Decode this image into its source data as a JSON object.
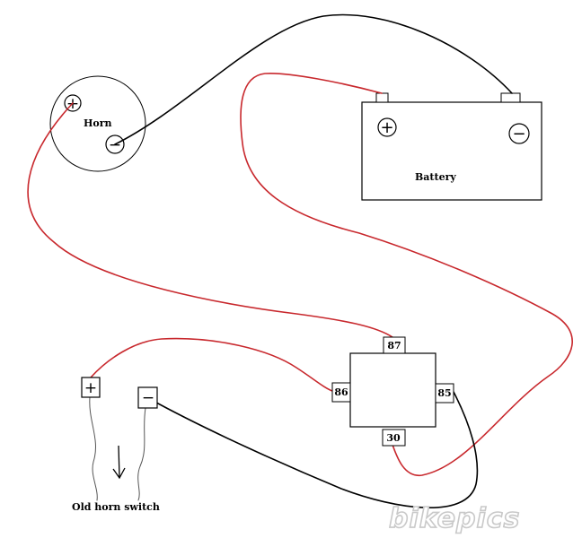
{
  "diagram": {
    "horn_label": "Horn",
    "battery_label": "Battery",
    "switch_label": "Old horn switch",
    "plus_symbol": "+",
    "minus_symbol": "−",
    "relay_pins": {
      "p87": "87",
      "p86": "86",
      "p85": "85",
      "p30": "30"
    },
    "watermark": "bikepics",
    "colors": {
      "red_wire": "#c8282d",
      "black_wire": "#000000",
      "watermark_outline": "#c9c9c9"
    }
  }
}
